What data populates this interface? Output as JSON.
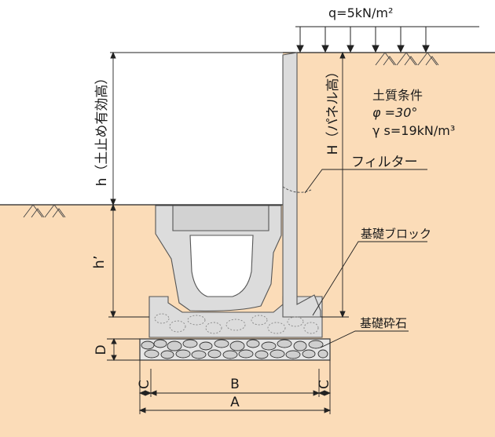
{
  "load": {
    "text": "q=5kN/m²"
  },
  "soil_conditions": {
    "title": "土質条件",
    "phi": "φ =30°",
    "gamma": "γ s=19kN/m³"
  },
  "labels": {
    "h": "h（土止め有効高）",
    "H": "H（パネル高）",
    "h_prime": "h’",
    "D": "D",
    "B": "B",
    "A": "A",
    "C_left": "C",
    "C_right": "C",
    "filter": "フィルター",
    "foundation_block": "基礎ブロック",
    "foundation_gravel": "基礎砕石"
  },
  "colors": {
    "soil": "#fbdcb8",
    "concrete": "#dcdcdc",
    "concrete_stroke": "#555555",
    "gravel_fill": "#cfcfcf",
    "line": "#222222"
  }
}
